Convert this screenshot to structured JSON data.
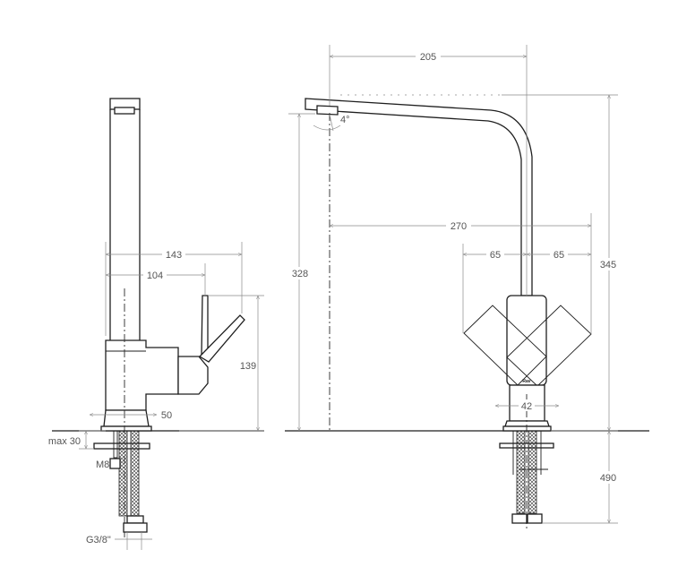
{
  "side_view": {
    "dims": {
      "reach_total": "143",
      "spout_to_handle": "104",
      "body_height": "139",
      "base_diameter": "50",
      "max_countertop": "max 30",
      "stud": "M8",
      "connection": "G3/8\""
    }
  },
  "front_view": {
    "dims": {
      "top_width": "205",
      "tilt_angle": "4°",
      "spout_height": "328",
      "reach": "270",
      "handle_left": "65",
      "handle_right": "65",
      "total_height": "345",
      "body_width": "42",
      "hose_length": "490"
    },
    "brand": "Rav"
  }
}
